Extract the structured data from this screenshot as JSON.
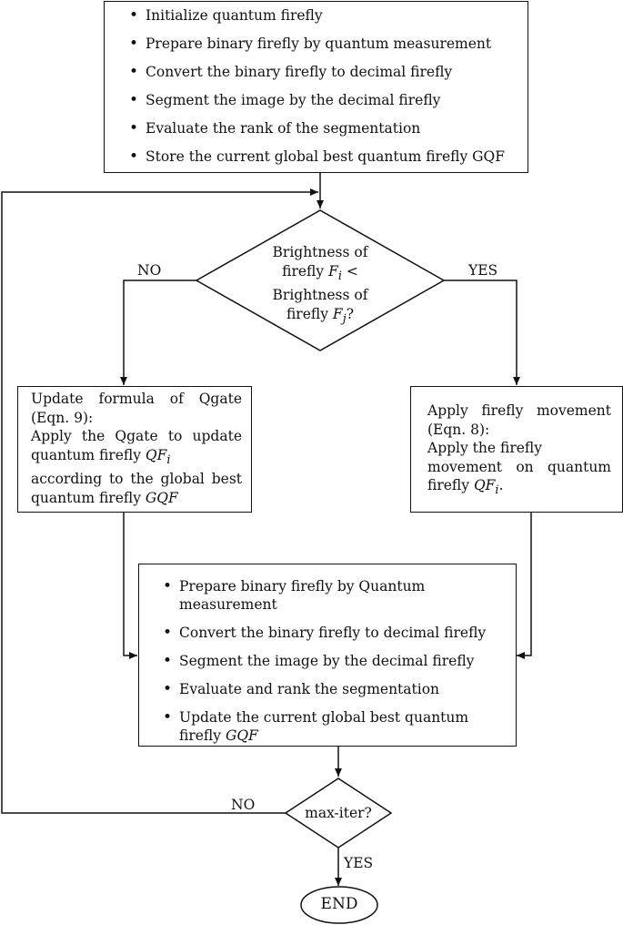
{
  "init_box": {
    "items": [
      "Initialize quantum firefly",
      "Prepare binary firefly by quantum measurement",
      "Convert the binary firefly to decimal firefly",
      "Segment the image by the decimal firefly",
      "Evaluate the rank of the segmentation",
      "Store the current global best quantum firefly GQF"
    ]
  },
  "decision_brightness": {
    "line1": "Brightness of",
    "line2_prefix": "firefly ",
    "line2_var": "F",
    "line2_sub": "i",
    "line2_suffix": " <",
    "line3": "Brightness of",
    "line4_prefix": "firefly ",
    "line4_var": "F",
    "line4_sub": "j",
    "line4_suffix": "?",
    "no_label": "NO",
    "yes_label": "YES"
  },
  "qgate_box": {
    "line1": "Update formula of Qgate",
    "line2": "(Eqn. 9):",
    "line3": "Apply the Qgate to update",
    "line4_prefix": "quantum firefly ",
    "line4_var": "QF",
    "line4_sub": "i",
    "line5": "according to the global best",
    "line6_prefix": "quantum firefly ",
    "line6_var": "GQF"
  },
  "movement_box": {
    "line1": "Apply firefly movement",
    "line2": "(Eqn. 8):",
    "line3": "Apply the firefly",
    "line4": "movement on quantum",
    "line5_prefix": "firefly ",
    "line5_var": "QF",
    "line5_sub": "i",
    "line5_suffix": "."
  },
  "update_box": {
    "items": [
      "Prepare binary firefly by Quantum measurement",
      "Convert the binary firefly to decimal firefly",
      "Segment the image by the decimal firefly",
      "Evaluate and rank the segmentation"
    ],
    "last_line1": "Update the current global best quantum",
    "last_line2_prefix": "firefly ",
    "last_line2_var": "GQF"
  },
  "decision_maxiter": {
    "text": "max-iter?",
    "no_label": "NO",
    "yes_label": "YES"
  },
  "end_node": {
    "text": "END"
  }
}
